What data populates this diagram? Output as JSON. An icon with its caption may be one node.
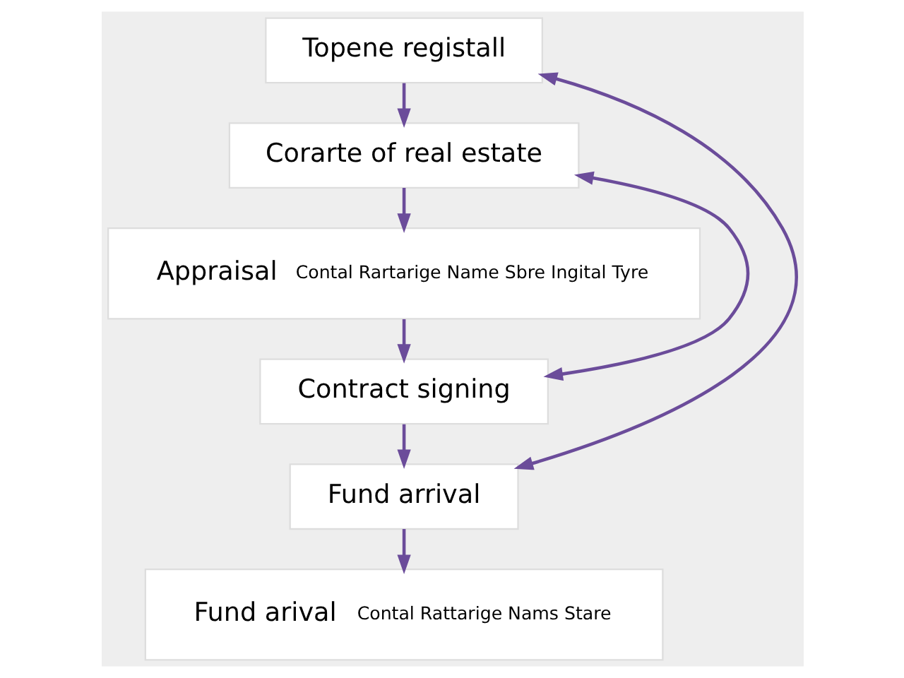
{
  "diagram": {
    "nodes": [
      {
        "text": [
          "Topene registall"
        ]
      },
      {
        "text": [
          "Corarte of real estate"
        ]
      },
      {
        "text": [
          "Appraisal",
          "Contal Rartarige Name Sbre Ingital Tyre"
        ]
      },
      {
        "text": [
          "Contract signing"
        ]
      },
      {
        "text": [
          "Fund arrival"
        ]
      },
      {
        "text": [
          "Fund arival",
          "Contal Rattarige Nams Stare"
        ]
      }
    ],
    "edges": [
      {
        "from": 0,
        "to": 1,
        "arrow": "to"
      },
      {
        "from": 1,
        "to": 2,
        "arrow": "to"
      },
      {
        "from": 2,
        "to": 3,
        "arrow": "to"
      },
      {
        "from": 3,
        "to": 4,
        "arrow": "to"
      },
      {
        "from": 4,
        "to": 5,
        "arrow": "to"
      },
      {
        "from": 0,
        "to": 4,
        "arrow": "both"
      },
      {
        "from": 1,
        "to": 3,
        "arrow": "both"
      }
    ]
  }
}
